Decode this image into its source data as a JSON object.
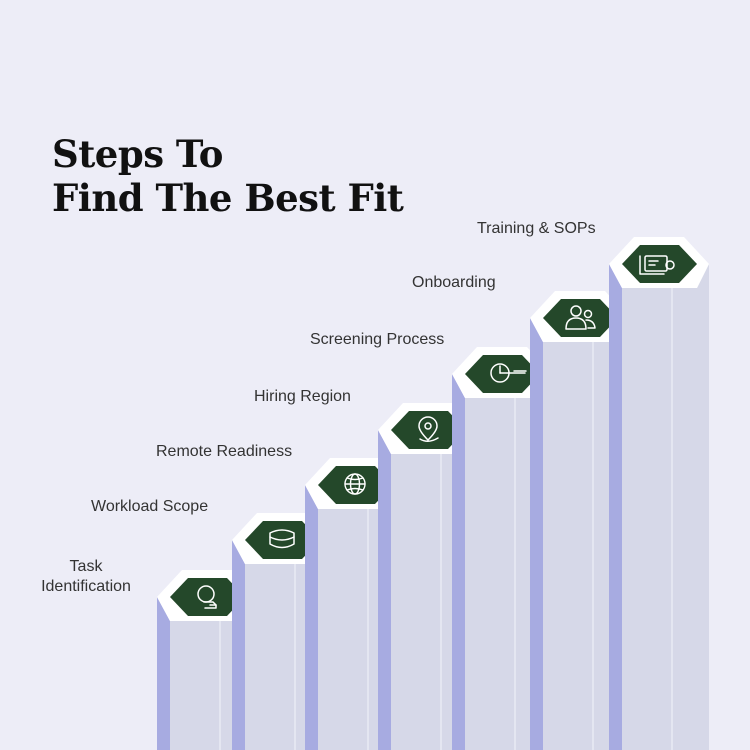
{
  "title": {
    "line1": "Steps To",
    "line2": "Find The Best Fit"
  },
  "steps": [
    {
      "label": "Task\nIdentification",
      "icon": "lightbulb-icon"
    },
    {
      "label": "Workload Scope",
      "icon": "briefcase-icon"
    },
    {
      "label": "Remote Readiness",
      "icon": "globe-icon"
    },
    {
      "label": "Hiring Region",
      "icon": "location-pin-icon"
    },
    {
      "label": "Screening Process",
      "icon": "timer-icon"
    },
    {
      "label": "Onboarding",
      "icon": "people-icon"
    },
    {
      "label": "Training & SOPs",
      "icon": "certificate-icon"
    }
  ],
  "colors": {
    "background": "#ededf7",
    "hexagon": "#24482a",
    "icon": "#ffffff",
    "column_front": "#d6d8e8",
    "column_side": "#a7abe1"
  }
}
